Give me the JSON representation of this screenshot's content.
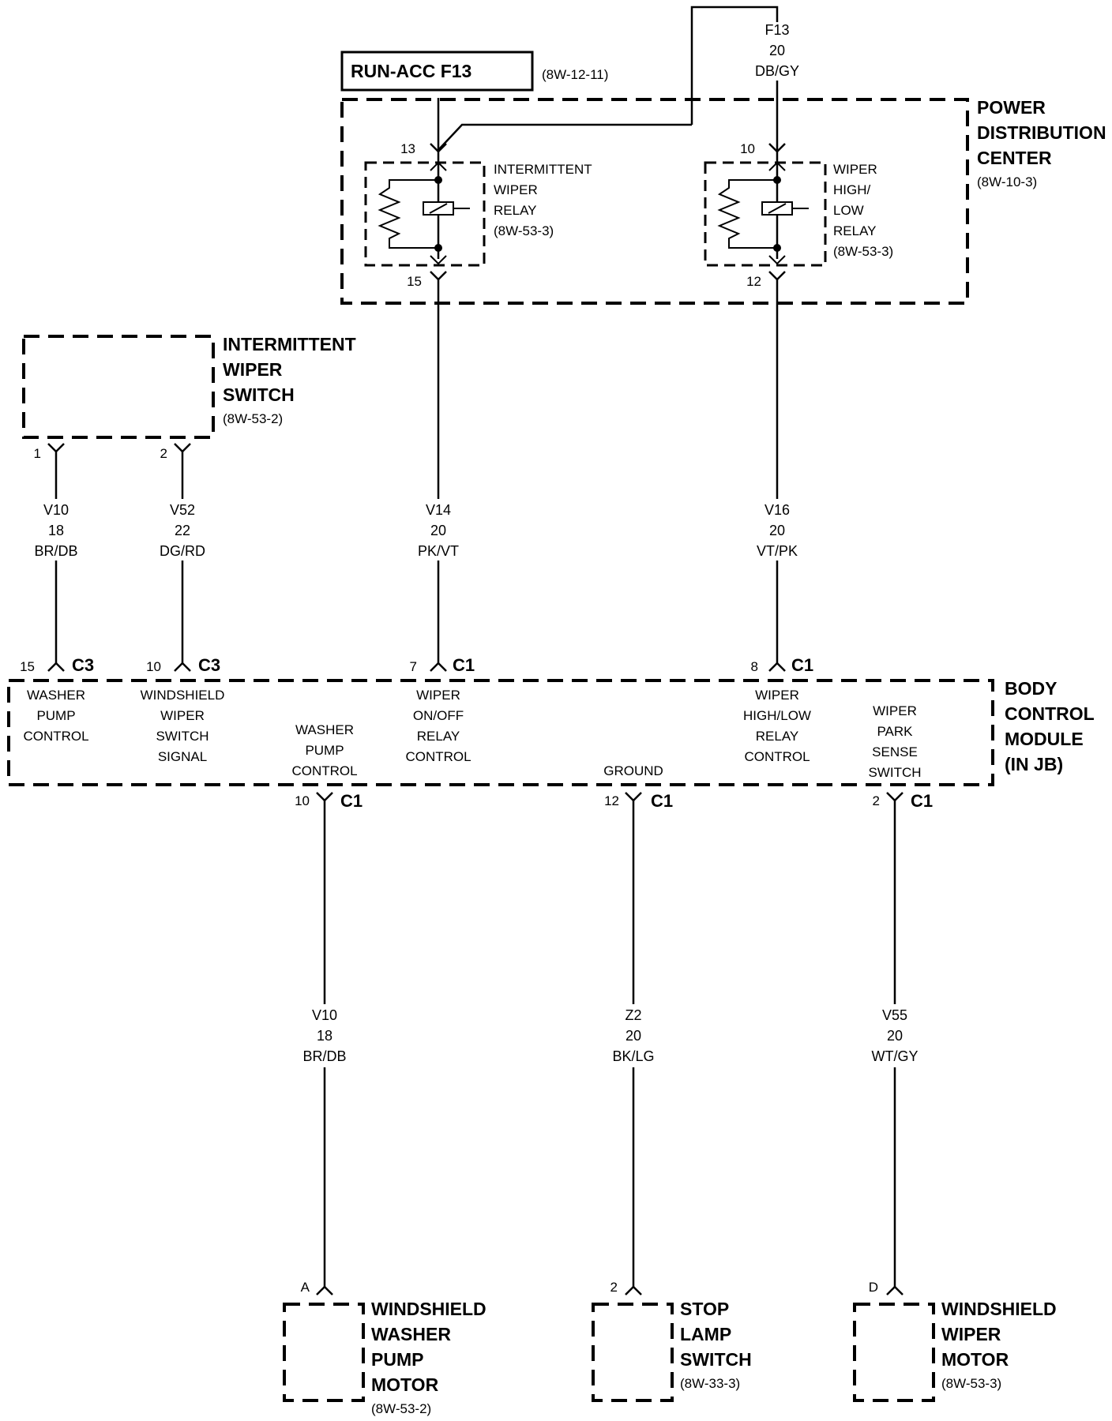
{
  "fuse": {
    "label": "RUN-ACC F13",
    "ref": "(8W-12-11)"
  },
  "feed": {
    "circuit": "F13",
    "gauge": "20",
    "color": "DB/GY"
  },
  "pdc": {
    "title": [
      "POWER",
      "DISTRIBUTION",
      "CENTER"
    ],
    "ref": "(8W-10-3)"
  },
  "relay1": {
    "pin_in": "13",
    "pin_out": "15",
    "label": [
      "INTERMITTENT",
      "WIPER",
      "RELAY",
      "(8W-53-3)"
    ]
  },
  "relay2": {
    "pin_in": "10",
    "pin_out": "12",
    "label": [
      "WIPER",
      "HIGH/",
      "LOW",
      "RELAY",
      "(8W-53-3)"
    ]
  },
  "int_switch": {
    "title": [
      "INTERMITTENT",
      "WIPER",
      "SWITCH"
    ],
    "ref": "(8W-53-2)",
    "pin1": "1",
    "pin2": "2"
  },
  "wires_upper": [
    {
      "circuit": "V10",
      "gauge": "18",
      "color": "BR/DB"
    },
    {
      "circuit": "V52",
      "gauge": "22",
      "color": "DG/RD"
    },
    {
      "circuit": "V14",
      "gauge": "20",
      "color": "PK/VT"
    },
    {
      "circuit": "V16",
      "gauge": "20",
      "color": "VT/PK"
    }
  ],
  "bcm": {
    "title": [
      "BODY",
      "CONTROL",
      "MODULE",
      "(IN JB)"
    ],
    "top_pins": [
      {
        "pin": "15",
        "conn": "C3",
        "label": [
          "WASHER",
          "PUMP",
          "CONTROL"
        ]
      },
      {
        "pin": "10",
        "conn": "C3",
        "label": [
          "WINDSHIELD",
          "WIPER",
          "SWITCH",
          "SIGNAL"
        ]
      },
      {
        "pin": "7",
        "conn": "C1",
        "label": [
          "WIPER",
          "ON/OFF",
          "RELAY",
          "CONTROL"
        ]
      },
      {
        "pin": "8",
        "conn": "C1",
        "label": [
          "WIPER",
          "HIGH/LOW",
          "RELAY",
          "CONTROL"
        ]
      }
    ],
    "bottom_pins": [
      {
        "pin": "10",
        "conn": "C1",
        "label": [
          "WASHER",
          "PUMP",
          "CONTROL"
        ]
      },
      {
        "pin": "12",
        "conn": "C1",
        "label": [
          "GROUND"
        ]
      },
      {
        "pin": "2",
        "conn": "C1",
        "label": [
          "WIPER",
          "PARK",
          "SENSE",
          "SWITCH"
        ]
      }
    ]
  },
  "wires_lower": [
    {
      "circuit": "V10",
      "gauge": "18",
      "color": "BR/DB"
    },
    {
      "circuit": "Z2",
      "gauge": "20",
      "color": "BK/LG"
    },
    {
      "circuit": "V55",
      "gauge": "20",
      "color": "WT/GY"
    }
  ],
  "components": [
    {
      "pin": "A",
      "title": [
        "WINDSHIELD",
        "WASHER",
        "PUMP",
        "MOTOR"
      ],
      "ref": "(8W-53-2)"
    },
    {
      "pin": "2",
      "title": [
        "STOP",
        "LAMP",
        "SWITCH"
      ],
      "ref": "(8W-33-3)"
    },
    {
      "pin": "D",
      "title": [
        "WINDSHIELD",
        "WIPER",
        "MOTOR"
      ],
      "ref": "(8W-53-3)"
    }
  ]
}
